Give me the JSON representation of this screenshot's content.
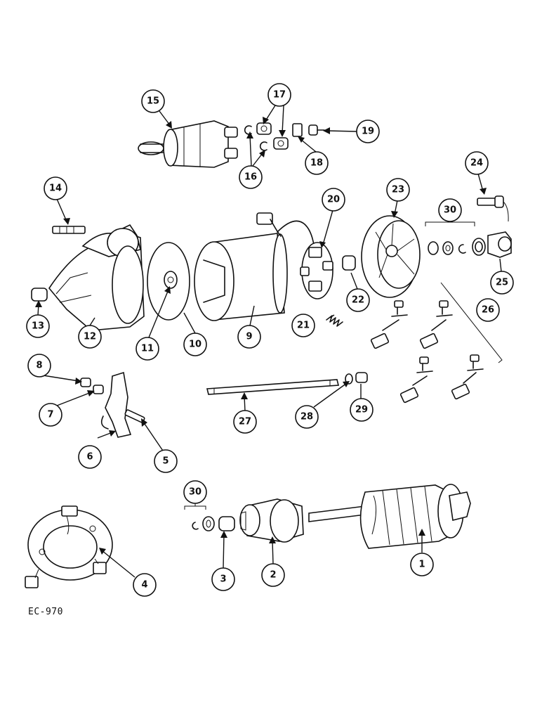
{
  "figure_code": "EC-970",
  "callouts": [
    "1",
    "2",
    "3",
    "4",
    "5",
    "6",
    "7",
    "8",
    "9",
    "10",
    "11",
    "12",
    "13",
    "14",
    "15",
    "16",
    "17",
    "18",
    "19",
    "20",
    "21",
    "22",
    "23",
    "24",
    "25",
    "26",
    "27",
    "28",
    "29",
    "30",
    "30"
  ],
  "colors": {
    "ink": "#111111",
    "background": "#ffffff"
  }
}
